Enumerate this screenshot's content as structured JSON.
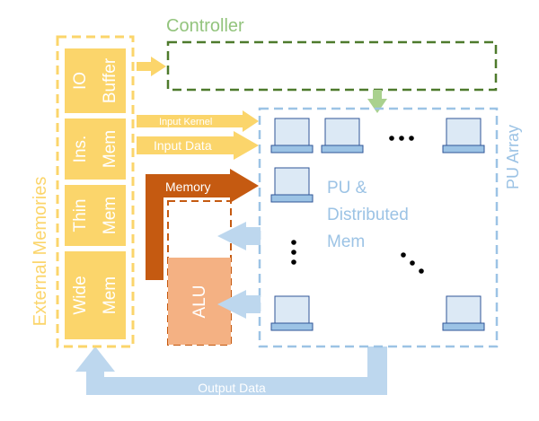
{
  "controller": {
    "label": "Controller"
  },
  "external_memories": {
    "label": "External Memories",
    "blocks": [
      {
        "line1": "IO",
        "line2": "Buffer"
      },
      {
        "line1": "Ins.",
        "line2": "Mem"
      },
      {
        "line1": "Thin",
        "line2": "Mem"
      },
      {
        "line1": "Wide",
        "line2": "Mem"
      }
    ]
  },
  "pu_array": {
    "label": "PU Array",
    "center_line1": "PU &",
    "center_line2": "Distributed",
    "center_line3": "Mem"
  },
  "arrows": {
    "input_kernel": "Input Kernel",
    "input_data": "Input Data",
    "memory": "Memory",
    "output_data": "Output Data"
  },
  "alu": {
    "label": "ALU"
  },
  "colors": {
    "memory_yellow": "#fbd56b",
    "memory_text": "#ffffff",
    "arrow_orange": "#fbd56b",
    "controller_green": "#4e7a2c",
    "controller_label": "#93c47d",
    "pu_blue": "#9cc3e5",
    "pu_label": "#9cc3e5",
    "pu_cell_fill": "#dce9f5",
    "pu_cell_border": "#2f5597",
    "alu_fill": "#f4b183",
    "alu_border": "#c55a11",
    "memory_arrow": "#c55a11",
    "down_arrow_green": "#a9d18e"
  }
}
